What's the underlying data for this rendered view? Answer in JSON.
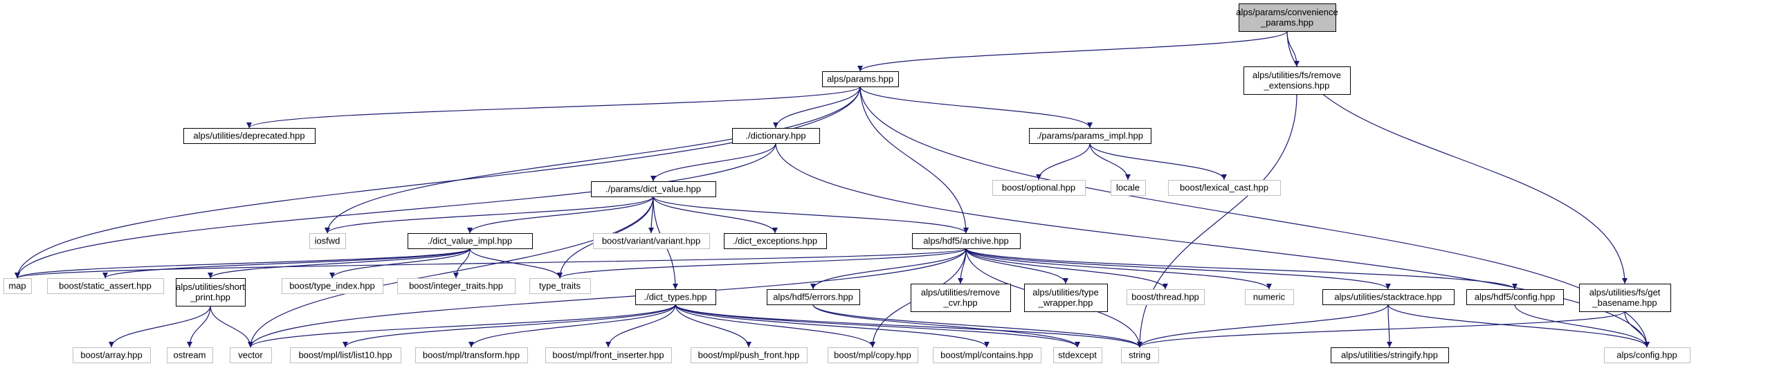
{
  "diagram": {
    "colors": {
      "edge": "#191970",
      "root_fill": "#bfbfbf",
      "internal_border": "#000000",
      "external_border": "#bfbfbf"
    },
    "nodes": [
      {
        "id": "root",
        "kind": "root",
        "lines": [
          "alps/params/convenience",
          "_params.hpp"
        ]
      },
      {
        "id": "params",
        "kind": "internal",
        "lines": [
          "alps/params.hpp"
        ]
      },
      {
        "id": "remove_ext",
        "kind": "internal",
        "lines": [
          "alps/utilities/fs/remove",
          "_extensions.hpp"
        ]
      },
      {
        "id": "deprecated",
        "kind": "internal",
        "lines": [
          "alps/utilities/deprecated.hpp"
        ]
      },
      {
        "id": "dictionary",
        "kind": "internal",
        "lines": [
          "./dictionary.hpp"
        ]
      },
      {
        "id": "params_impl",
        "kind": "internal",
        "lines": [
          "./params/params_impl.hpp"
        ]
      },
      {
        "id": "boost_optional",
        "kind": "external",
        "lines": [
          "boost/optional.hpp"
        ]
      },
      {
        "id": "locale",
        "kind": "external",
        "lines": [
          "locale"
        ]
      },
      {
        "id": "lexical_cast",
        "kind": "external",
        "lines": [
          "boost/lexical_cast.hpp"
        ]
      },
      {
        "id": "dict_value",
        "kind": "internal",
        "lines": [
          "./params/dict_value.hpp"
        ]
      },
      {
        "id": "iosfwd",
        "kind": "external",
        "lines": [
          "iosfwd"
        ]
      },
      {
        "id": "dict_value_impl",
        "kind": "internal",
        "lines": [
          "./dict_value_impl.hpp"
        ]
      },
      {
        "id": "variant",
        "kind": "external",
        "lines": [
          "boost/variant/variant.hpp"
        ]
      },
      {
        "id": "dict_exceptions",
        "kind": "internal",
        "lines": [
          "./dict_exceptions.hpp"
        ]
      },
      {
        "id": "archive",
        "kind": "internal",
        "lines": [
          "alps/hdf5/archive.hpp"
        ]
      },
      {
        "id": "map",
        "kind": "external",
        "lines": [
          "map"
        ]
      },
      {
        "id": "static_assert",
        "kind": "external",
        "lines": [
          "boost/static_assert.hpp"
        ]
      },
      {
        "id": "short_print",
        "kind": "internal",
        "lines": [
          "alps/utilities/short",
          "_print.hpp"
        ]
      },
      {
        "id": "type_index",
        "kind": "external",
        "lines": [
          "boost/type_index.hpp"
        ]
      },
      {
        "id": "integer_traits",
        "kind": "external",
        "lines": [
          "boost/integer_traits.hpp"
        ]
      },
      {
        "id": "type_traits",
        "kind": "external",
        "lines": [
          "type_traits"
        ]
      },
      {
        "id": "dict_types",
        "kind": "internal",
        "lines": [
          "./dict_types.hpp"
        ]
      },
      {
        "id": "hdf5_errors",
        "kind": "internal",
        "lines": [
          "alps/hdf5/errors.hpp"
        ]
      },
      {
        "id": "remove_cvr",
        "kind": "internal",
        "lines": [
          "alps/utilities/remove",
          "_cvr.hpp"
        ]
      },
      {
        "id": "type_wrapper",
        "kind": "internal",
        "lines": [
          "alps/utilities/type",
          "_wrapper.hpp"
        ]
      },
      {
        "id": "boost_thread",
        "kind": "external",
        "lines": [
          "boost/thread.hpp"
        ]
      },
      {
        "id": "numeric",
        "kind": "external",
        "lines": [
          "numeric"
        ]
      },
      {
        "id": "stacktrace",
        "kind": "internal",
        "lines": [
          "alps/utilities/stacktrace.hpp"
        ]
      },
      {
        "id": "hdf5_config",
        "kind": "internal",
        "lines": [
          "alps/hdf5/config.hpp"
        ]
      },
      {
        "id": "get_basename",
        "kind": "internal",
        "lines": [
          "alps/utilities/fs/get",
          "_basename.hpp"
        ]
      },
      {
        "id": "boost_array",
        "kind": "external",
        "lines": [
          "boost/array.hpp"
        ]
      },
      {
        "id": "ostream",
        "kind": "external",
        "lines": [
          "ostream"
        ]
      },
      {
        "id": "vector",
        "kind": "external",
        "lines": [
          "vector"
        ]
      },
      {
        "id": "list10",
        "kind": "external",
        "lines": [
          "boost/mpl/list/list10.hpp"
        ]
      },
      {
        "id": "transform",
        "kind": "external",
        "lines": [
          "boost/mpl/transform.hpp"
        ]
      },
      {
        "id": "front_inserter",
        "kind": "external",
        "lines": [
          "boost/mpl/front_inserter.hpp"
        ]
      },
      {
        "id": "push_front",
        "kind": "external",
        "lines": [
          "boost/mpl/push_front.hpp"
        ]
      },
      {
        "id": "mpl_copy",
        "kind": "external",
        "lines": [
          "boost/mpl/copy.hpp"
        ]
      },
      {
        "id": "mpl_contains",
        "kind": "external",
        "lines": [
          "boost/mpl/contains.hpp"
        ]
      },
      {
        "id": "stdexcept",
        "kind": "external",
        "lines": [
          "stdexcept"
        ]
      },
      {
        "id": "string",
        "kind": "external",
        "lines": [
          "string"
        ]
      },
      {
        "id": "stringify",
        "kind": "internal",
        "lines": [
          "alps/utilities/stringify.hpp"
        ]
      },
      {
        "id": "alps_config",
        "kind": "external",
        "lines": [
          "alps/config.hpp"
        ]
      }
    ],
    "edges": [
      [
        "root",
        "params"
      ],
      [
        "root",
        "remove_ext"
      ],
      [
        "root",
        "get_basename"
      ],
      [
        "params",
        "deprecated"
      ],
      [
        "params",
        "dictionary"
      ],
      [
        "params",
        "params_impl"
      ],
      [
        "params",
        "map"
      ],
      [
        "params",
        "iosfwd"
      ],
      [
        "params",
        "archive"
      ],
      [
        "params",
        "alps_config"
      ],
      [
        "remove_ext",
        "string"
      ],
      [
        "dictionary",
        "dict_value"
      ],
      [
        "dictionary",
        "map"
      ],
      [
        "dictionary",
        "alps_config"
      ],
      [
        "params_impl",
        "boost_optional"
      ],
      [
        "params_impl",
        "locale"
      ],
      [
        "params_impl",
        "lexical_cast"
      ],
      [
        "dict_value",
        "iosfwd"
      ],
      [
        "dict_value",
        "dict_value_impl"
      ],
      [
        "dict_value",
        "variant"
      ],
      [
        "dict_value",
        "dict_exceptions"
      ],
      [
        "dict_value",
        "archive"
      ],
      [
        "dict_value",
        "type_traits"
      ],
      [
        "dict_value",
        "dict_types"
      ],
      [
        "dict_value",
        "vector"
      ],
      [
        "dict_value_impl",
        "map"
      ],
      [
        "dict_value_impl",
        "static_assert"
      ],
      [
        "dict_value_impl",
        "short_print"
      ],
      [
        "dict_value_impl",
        "type_index"
      ],
      [
        "dict_value_impl",
        "integer_traits"
      ],
      [
        "dict_value_impl",
        "type_traits"
      ],
      [
        "archive",
        "map"
      ],
      [
        "archive",
        "type_traits"
      ],
      [
        "archive",
        "hdf5_errors"
      ],
      [
        "archive",
        "remove_cvr"
      ],
      [
        "archive",
        "type_wrapper"
      ],
      [
        "archive",
        "boost_thread"
      ],
      [
        "archive",
        "numeric"
      ],
      [
        "archive",
        "stacktrace"
      ],
      [
        "archive",
        "hdf5_config"
      ],
      [
        "archive",
        "vector"
      ],
      [
        "archive",
        "string"
      ],
      [
        "archive",
        "mpl_copy"
      ],
      [
        "short_print",
        "boost_array"
      ],
      [
        "short_print",
        "ostream"
      ],
      [
        "short_print",
        "vector"
      ],
      [
        "dict_types",
        "vector"
      ],
      [
        "dict_types",
        "list10"
      ],
      [
        "dict_types",
        "transform"
      ],
      [
        "dict_types",
        "front_inserter"
      ],
      [
        "dict_types",
        "push_front"
      ],
      [
        "dict_types",
        "mpl_copy"
      ],
      [
        "dict_types",
        "mpl_contains"
      ],
      [
        "dict_types",
        "stdexcept"
      ],
      [
        "dict_types",
        "string"
      ],
      [
        "hdf5_errors",
        "stdexcept"
      ],
      [
        "hdf5_errors",
        "string"
      ],
      [
        "stacktrace",
        "string"
      ],
      [
        "stacktrace",
        "stringify"
      ],
      [
        "stacktrace",
        "alps_config"
      ],
      [
        "hdf5_config",
        "alps_config"
      ],
      [
        "get_basename",
        "string"
      ],
      [
        "get_basename",
        "alps_config"
      ]
    ]
  }
}
